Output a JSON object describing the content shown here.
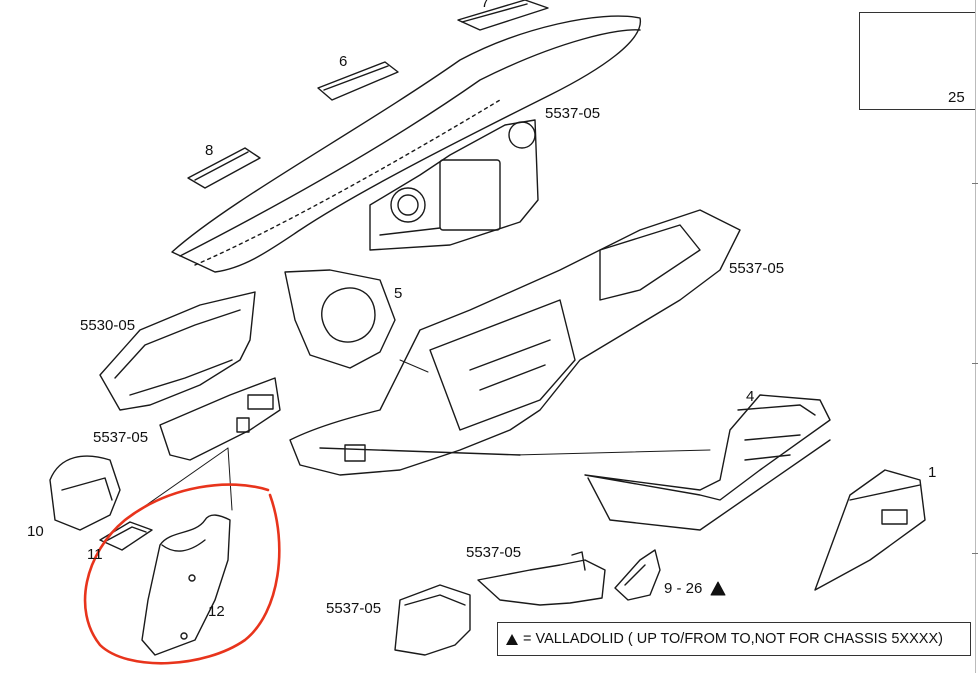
{
  "diagram": {
    "labels": {
      "p7": "7",
      "p6": "6",
      "p8": "8",
      "p5": "5",
      "p4": "4",
      "p1": "1",
      "p10": "10",
      "p11": "11",
      "p12": "12",
      "p25": "25",
      "p9_26": "9 - 26",
      "ref_top": "5537-05",
      "ref_console": "5537-05",
      "ref_left_panel": "5530-05",
      "ref_left_lower": "5537-05",
      "ref_duct_mid": "5537-05",
      "ref_duct_low": "5537-05"
    },
    "legend": {
      "symbol": "triangle",
      "text": "= VALLADOLID ( UP TO/FROM TO,NOT FOR CHASSIS 5XXXX)"
    },
    "highlight": {
      "color": "#e8341c",
      "target": "12"
    }
  }
}
